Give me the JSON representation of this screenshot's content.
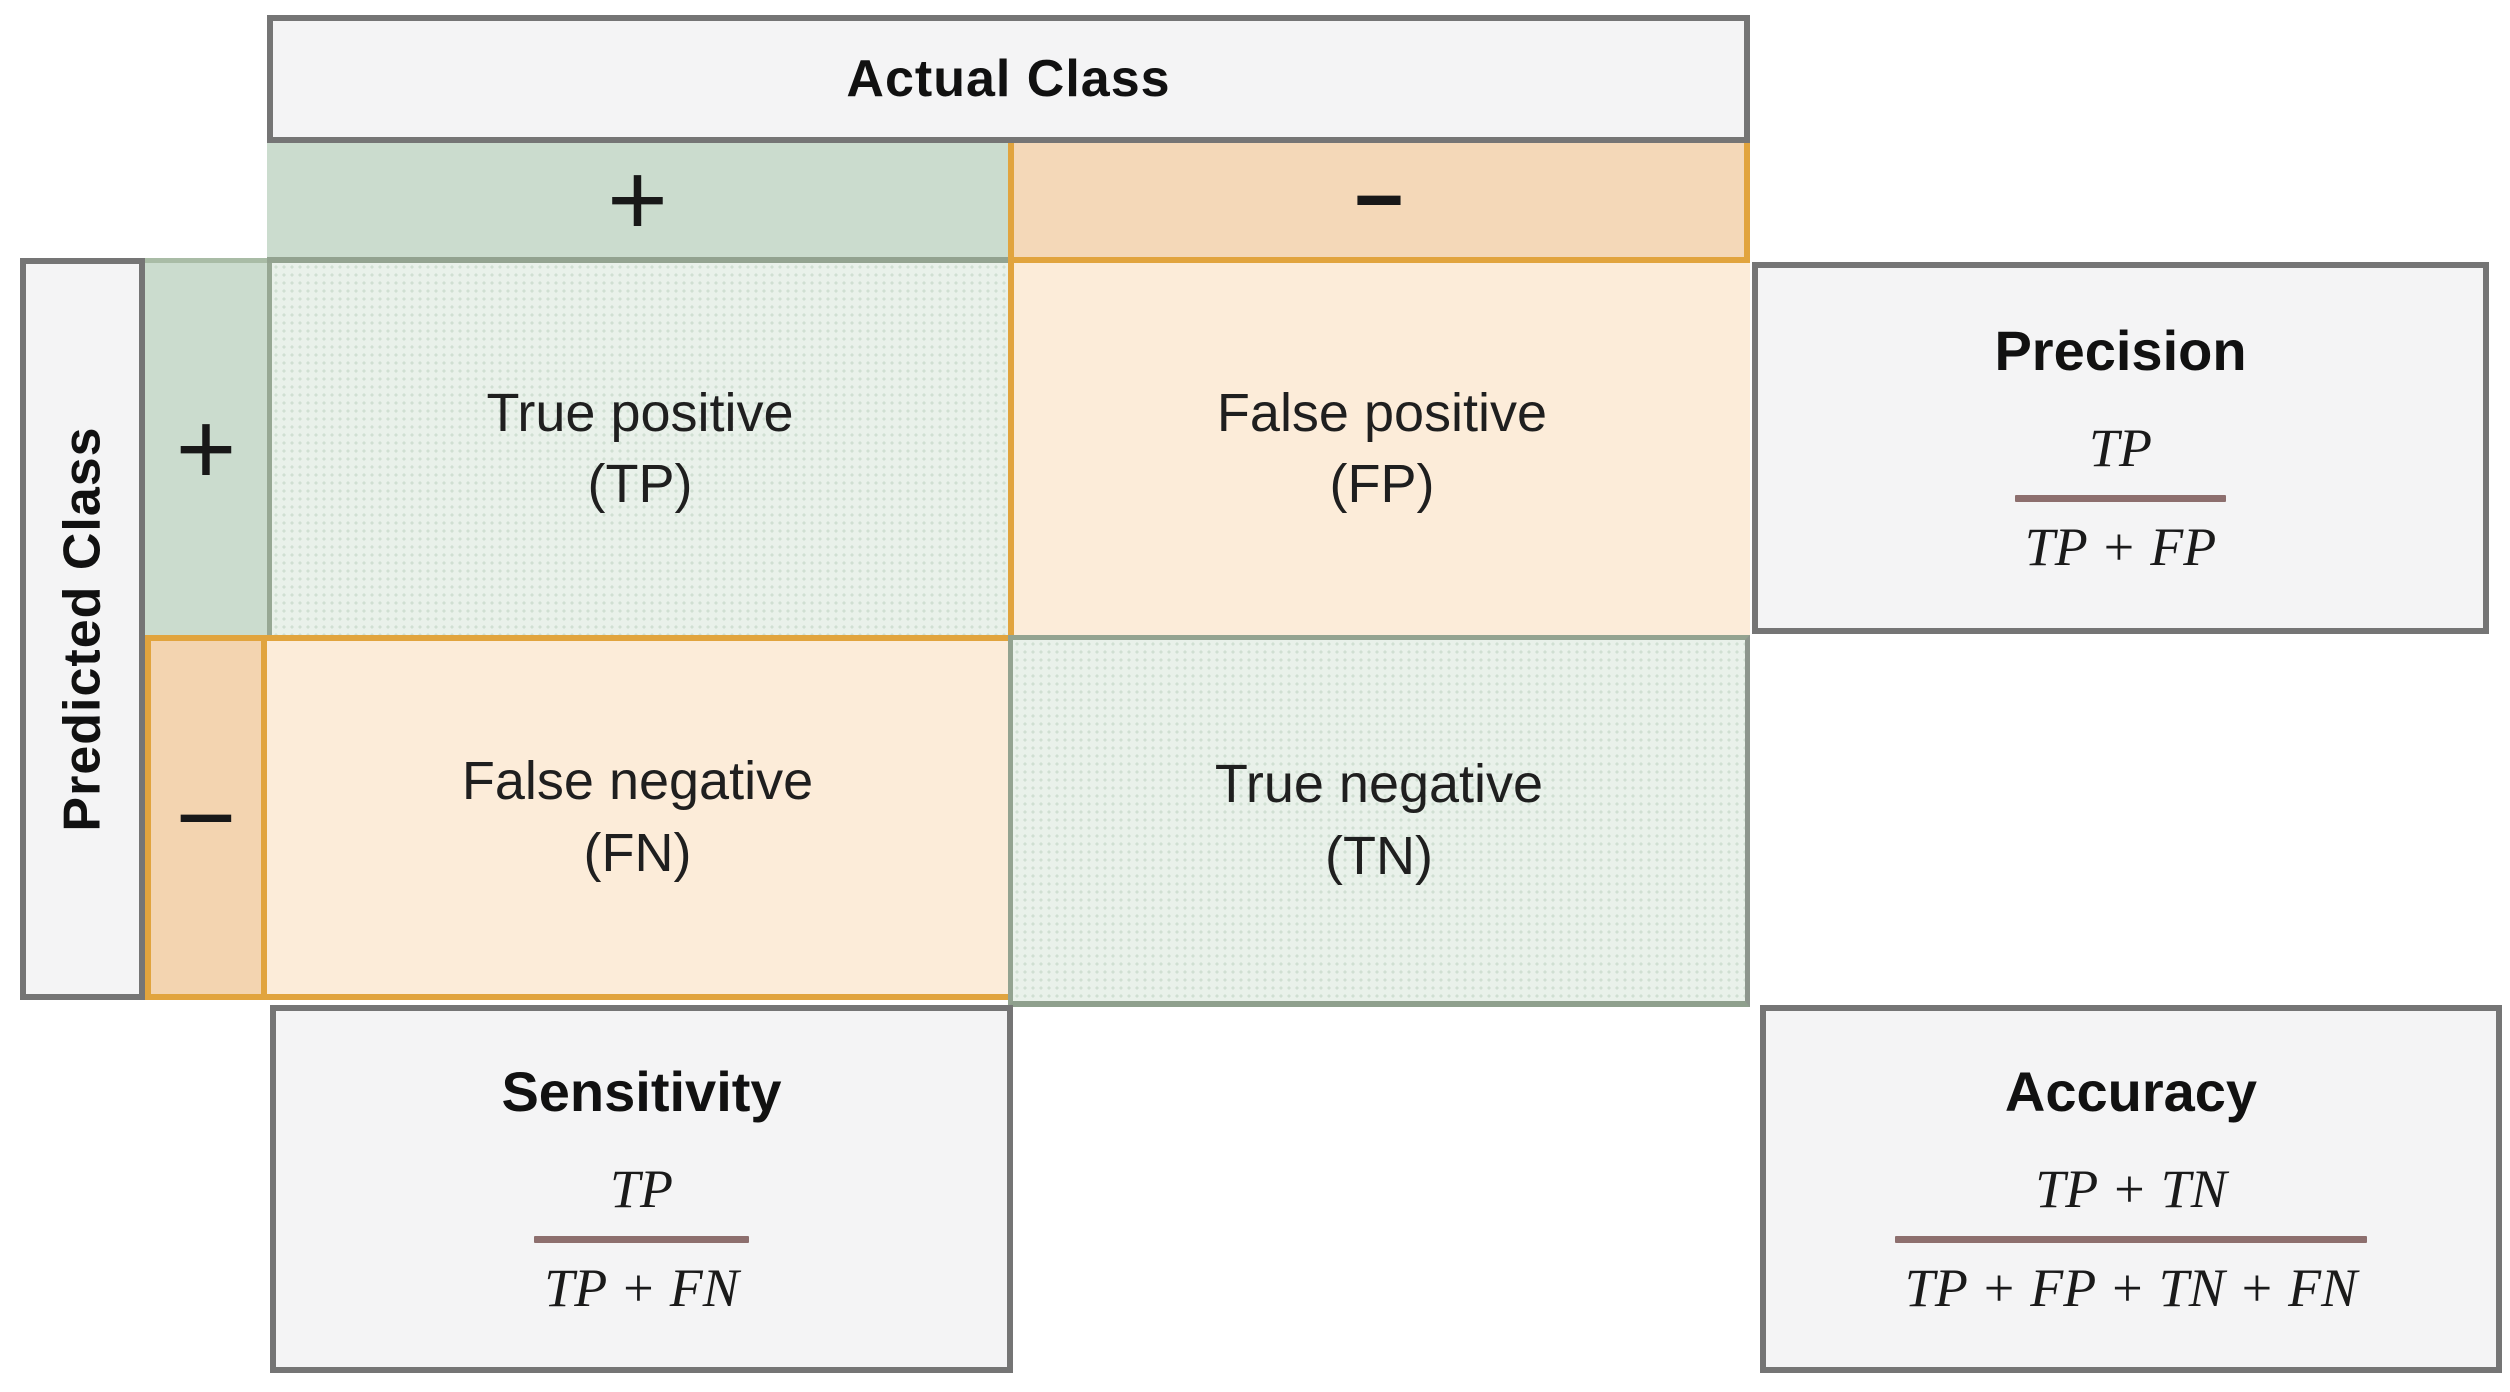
{
  "diagram": {
    "actual_axis_label": "Actual Class",
    "predicted_axis_label": "Predicted Class",
    "column_headers": {
      "positive": "+",
      "negative": "−"
    },
    "row_headers": {
      "positive": "+",
      "negative": "−"
    },
    "cells": {
      "true_positive": {
        "label": "True positive",
        "abbr": "(TP)"
      },
      "false_positive": {
        "label": "False positive",
        "abbr": "(FP)"
      },
      "false_negative": {
        "label": "False negative",
        "abbr": "(FN)"
      },
      "true_negative": {
        "label": "True negative",
        "abbr": "(TN)"
      }
    },
    "metrics": {
      "precision": {
        "title": "Precision",
        "numerator": "TP",
        "denominator": "TP + FP"
      },
      "sensitivity": {
        "title": "Sensitivity",
        "numerator": "TP",
        "denominator": "TP + FN"
      },
      "accuracy": {
        "title": "Accuracy",
        "numerator": "TP + TN",
        "denominator": "TP + FP + TN + FN"
      }
    },
    "colors": {
      "positive_header_fill": "#cbdcce",
      "positive_cell_fill": "#e9f1ea",
      "negative_header_fill": "#f4d8b8",
      "negative_cell_fill": "#fcecd9",
      "negative_border": "#e1a43e",
      "positive_border": "#93a390",
      "frame_border": "#757575",
      "frame_fill": "#f4f4f5",
      "fraction_bar": "#8d6f6e"
    }
  }
}
